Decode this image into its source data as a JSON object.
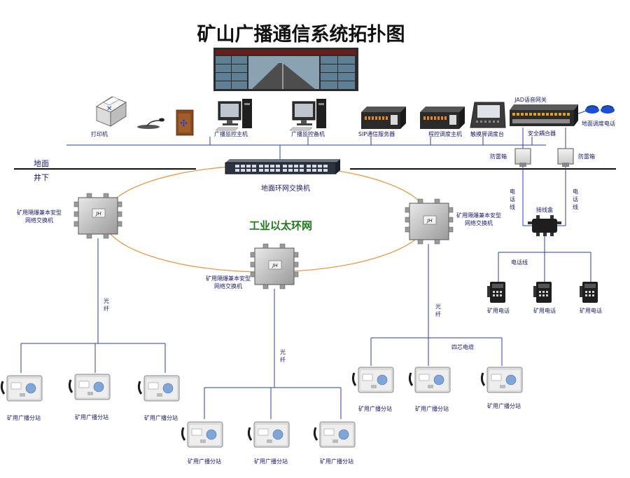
{
  "title": "矿山广播通信系统拓扑图",
  "ring_label": "工业以太环网",
  "ground_surface": "地面",
  "ground_below": "井下",
  "surface_switch": "地面环网交换机",
  "surface_devices": {
    "printer": "打印机",
    "monitor_host": "广播监控主机",
    "backup_host": "广播监控备机",
    "sip_server": "SIP通信服务器",
    "dispatch_host": "程控调度主机",
    "touch_console": "触摸屏调度台",
    "voice_gateway": "JAD语音网关",
    "safety_coupler": "安全耦合器",
    "ground_phone": "地面调度电话"
  },
  "lightning_box": "防雷箱",
  "phone_line": "电话线",
  "junction_box": "接线盒",
  "phone_cable": "电话线",
  "mine_phone": "矿用电话",
  "mine_switch": "矿用隔爆兼本安型网络交换机",
  "switch_tag": "JH",
  "fiber": "光纤",
  "four_core": "四芯电缆",
  "broadcast_station": "矿用广播分站",
  "colors": {
    "ring": "#e8913a",
    "line": "#2a3fae",
    "ring_text": "#1c7a1c"
  },
  "icons": [
    "printer-icon",
    "microphone-icon",
    "speaker-icon",
    "computer-icon",
    "server-icon",
    "console-icon",
    "gateway-icon",
    "phone-icon",
    "switch-icon",
    "broadcast-station-icon"
  ]
}
